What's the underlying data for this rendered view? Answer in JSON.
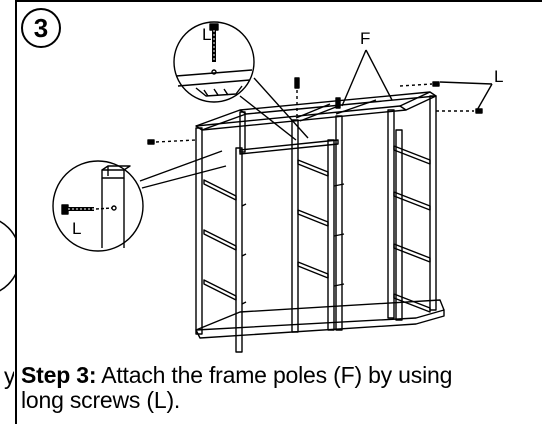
{
  "step": {
    "number": "3",
    "title": "Step 3:",
    "instruction_line1": " Attach the frame poles (F) by using",
    "instruction_line2": "long screws (L)."
  },
  "left_fragment": {
    "text": "y"
  },
  "labels": {
    "frame_pole": "F",
    "long_screw": "L",
    "detail_top_screw": "L",
    "detail_side_screw": "L"
  }
}
